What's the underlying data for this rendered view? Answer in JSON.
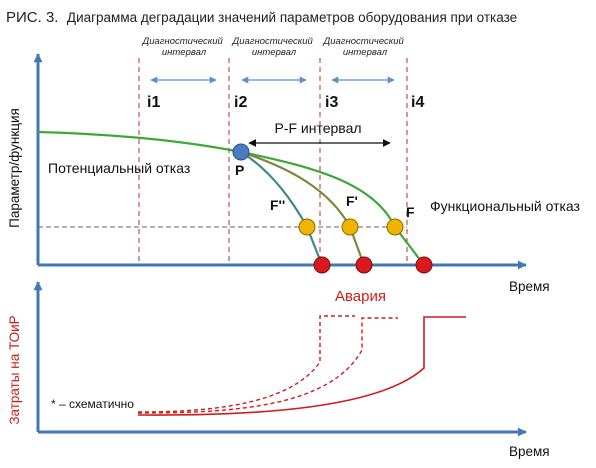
{
  "caption": {
    "fig_label": "РИС. 3.",
    "text": "Диаграмма деградации значений параметров оборудования при отказе"
  },
  "intervals": {
    "diagnostic_label_line1": "Диагностический",
    "diagnostic_label_line2": "интервал",
    "labels": [
      "i1",
      "i2",
      "i3",
      "i4"
    ]
  },
  "top_chart": {
    "y_axis_title": "Параметр/функция",
    "x_axis_title": "Время",
    "pf_interval_label": "P-F интервал",
    "potential_failure_label": "Потенциальный отказ",
    "functional_failure_label": "Функциональный отказ",
    "point_labels": {
      "p": "P",
      "f": "F",
      "f1": "F'",
      "f2": "F''"
    }
  },
  "bottom_chart": {
    "y_axis_title": "Затраты на ТОиР",
    "x_axis_title": "Время",
    "accident_label": "Авария",
    "note": "* – схематично"
  },
  "colors": {
    "axis": "#3f78b4",
    "dashed_red": "#c0282d",
    "green_curve": "#3aa83a",
    "olive_curve": "#7a8a3a",
    "teal_curve": "#3b8a8a",
    "p_point": "#4a7cc4",
    "f_point": "#f0b400",
    "failure_point": "#d81920",
    "cost_curve": "#d21b1b"
  }
}
